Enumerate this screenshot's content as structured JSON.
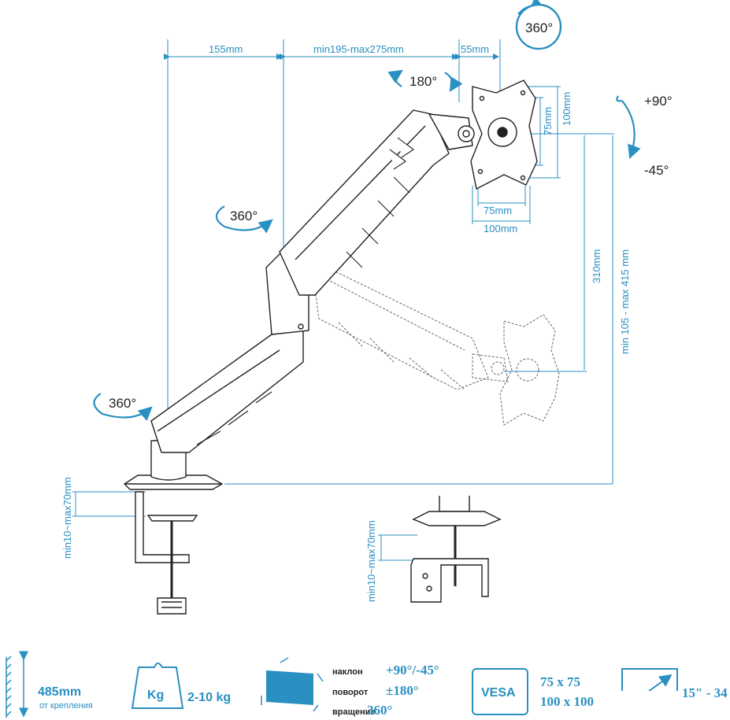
{
  "dimensions": {
    "offset_155": "155mm",
    "arm_range": "min195-max275mm",
    "offset_55": "55mm",
    "vesa_75_h": "75mm",
    "vesa_100_h": "100mm",
    "vesa_75_w": "75mm",
    "vesa_100_w": "100mm",
    "height_310": "310mm",
    "height_range": "min 105 - max 415 mm",
    "clamp_range_1": "min10~max70mm",
    "clamp_range_2": "min10~max70mm"
  },
  "rotations": {
    "head_swivel": "360°",
    "tilt_180": "180°",
    "elbow_swivel": "360°",
    "base_swivel": "360°",
    "tilt_up": "+90°",
    "tilt_down": "-45°"
  },
  "specs": {
    "reach_value": "485mm",
    "reach_caption": "от крепления",
    "weight_badge": "Kg",
    "weight_value": "2-10 kg",
    "tilt_label": "наклон",
    "tilt_value": "+90°/-45°",
    "swivel_label": "поворот",
    "swivel_value": "±180°",
    "rotation_label": "вращение",
    "rotation_value": "360°",
    "vesa_badge": "VESA",
    "vesa_value_1": "75 x 75",
    "vesa_value_2": "100 x 100",
    "screen_value": "15\" - 34"
  },
  "colors": {
    "accent": "#2a8fc1",
    "line": "#222222"
  }
}
